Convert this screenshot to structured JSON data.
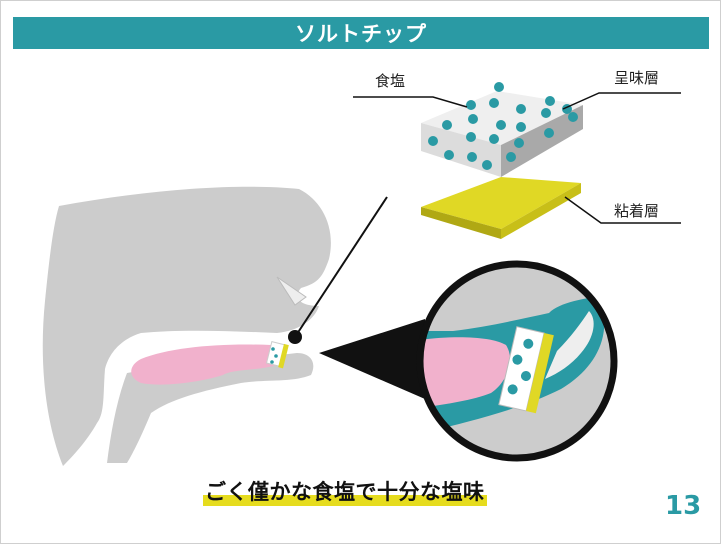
{
  "title": "ソルトチップ",
  "labels": {
    "salt": "食塩",
    "taste_layer": "呈味層",
    "adhesive_layer": "粘着層"
  },
  "caption": "ごく僅かな食塩で十分な塩味",
  "page_number": "13",
  "colors": {
    "accent": "#2a9aa4",
    "silhouette": "#cccccc",
    "tongue": "#f1b1cc",
    "highlight": "#e6dc1e",
    "salt_dot": "#2a9aa4"
  }
}
